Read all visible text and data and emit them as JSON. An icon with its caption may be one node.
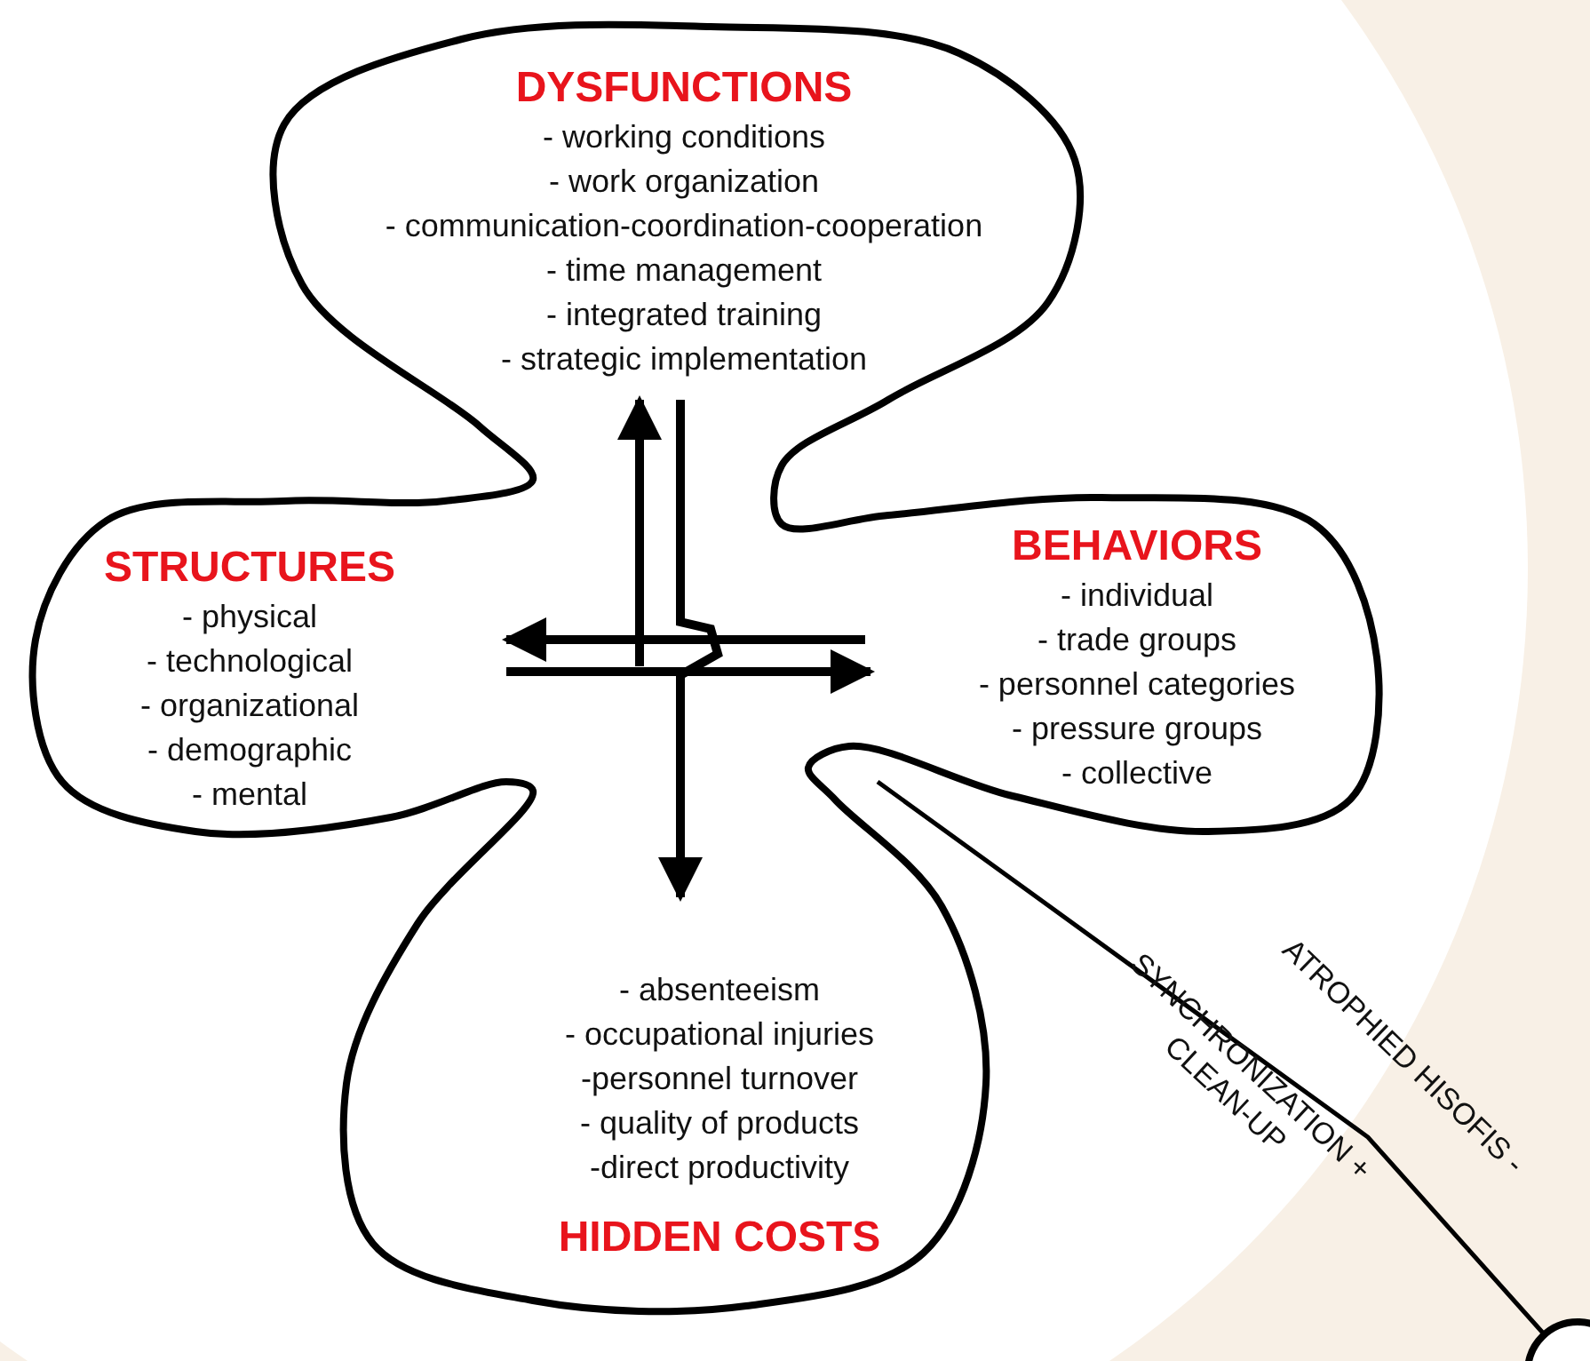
{
  "diagram": {
    "nodes": [
      {
        "text": [
          "DYSFUNCTIONS",
          "- working conditions",
          "- work organization",
          "- communication-coordination-cooperation",
          "- time management",
          "- integrated training",
          "- strategic implementation"
        ]
      },
      {
        "text": [
          "STRUCTURES",
          "- physical",
          "- technological",
          "- organizational",
          "- demographic",
          "- mental"
        ]
      },
      {
        "text": [
          "BEHAVIORS",
          "- individual",
          "- trade groups",
          "- personnel categories",
          "- pressure groups",
          "- collective"
        ]
      },
      {
        "text": [
          "- absenteeism",
          "- occupational injuries",
          "-personnel turnover",
          "- quality of products",
          "-direct productivity",
          "HIDDEN COSTS"
        ]
      },
      {
        "text": [],
        "shape": "circle"
      }
    ],
    "edges": [
      {
        "from": null,
        "to": 0,
        "arrow": "to"
      },
      {
        "from": null,
        "to": 1,
        "arrow": "to"
      },
      {
        "from": null,
        "to": 2,
        "arrow": "to"
      },
      {
        "from": 0,
        "to": 3,
        "arrow": "to"
      },
      {
        "from": 2,
        "to": 4,
        "arrow": "none"
      }
    ],
    "labels": [
      "ATROPHIED HISOFIS -",
      "SYNCHRONIZATION + CLEAN-UP"
    ]
  }
}
